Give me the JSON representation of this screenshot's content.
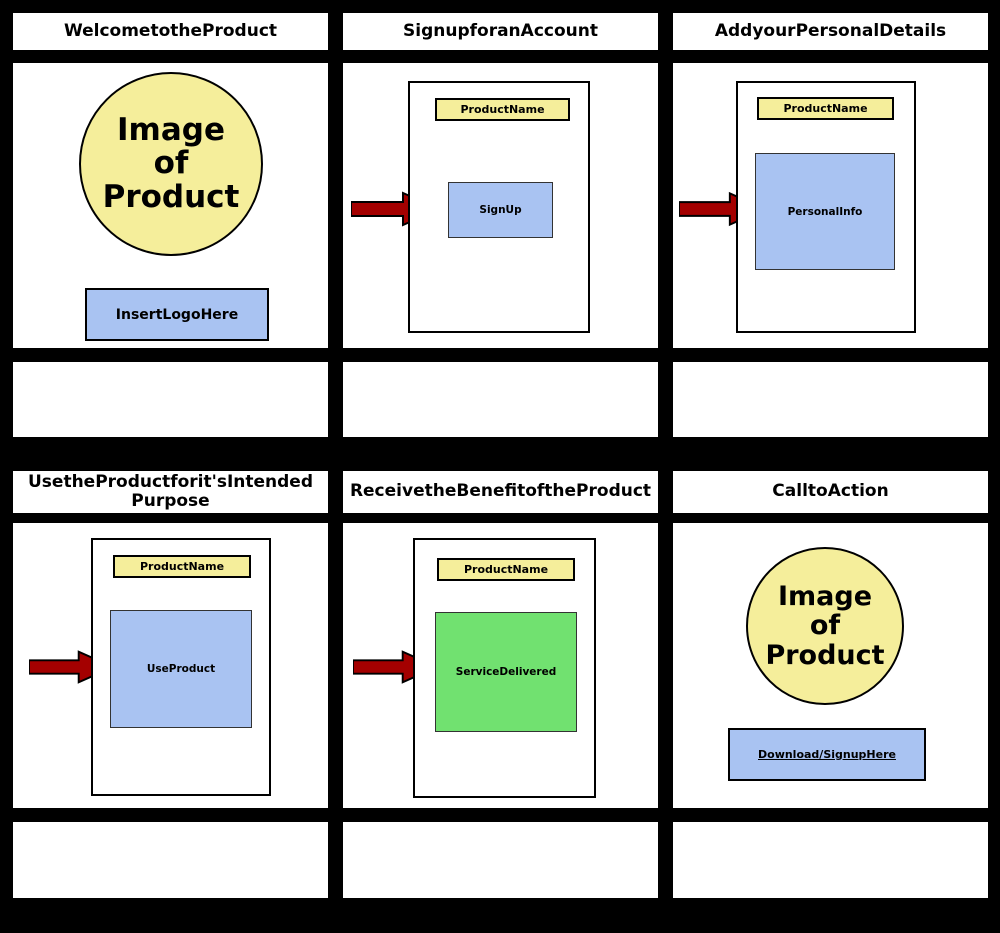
{
  "colors": {
    "panel_background": "#FFFFFF",
    "board_background": "#000000",
    "accent_yellow": "#F5EE9B",
    "accent_blue": "#A9C3F2",
    "accent_green": "#71E170",
    "arrow_red": "#A40000"
  },
  "panels": [
    {
      "title": "WelcometotheProduct",
      "image_lines": [
        "Image",
        "of",
        "Product"
      ],
      "logo_label": "InsertLogoHere"
    },
    {
      "title": "SignupforanAccount",
      "product_name": "ProductName",
      "box_label": "SignUp"
    },
    {
      "title": "AddyourPersonalDetails",
      "product_name": "ProductName",
      "box_label": "PersonalInfo"
    },
    {
      "title": "UsetheProductforit'sIntended Purpose",
      "product_name": "ProductName",
      "box_label": "UseProduct"
    },
    {
      "title": "ReceivetheBenefitoftheProduct",
      "product_name": "ProductName",
      "box_label": "ServiceDelivered"
    },
    {
      "title": "CalltoAction",
      "image_lines": [
        "Image",
        "of",
        "Product"
      ],
      "cta_label": "Download/SignupHere"
    }
  ]
}
